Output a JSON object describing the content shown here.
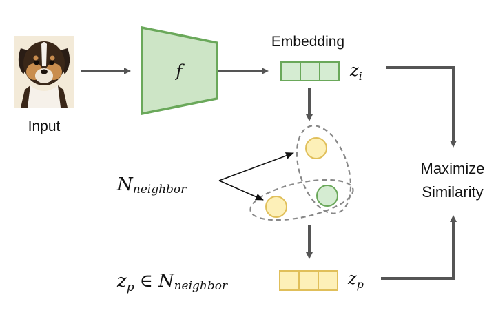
{
  "labels": {
    "input": "Input",
    "embedding": "Embedding",
    "encoder": "f",
    "zi_base": "z",
    "zi_sub": "i",
    "neighbor_sym": "N",
    "neighbor_sub": "neighbor",
    "zp_base": "z",
    "zp_sub": "p",
    "element_of": "∈",
    "zp_right_base": "z",
    "zp_right_sub": "p",
    "maximize_line1": "Maximize",
    "maximize_line2": "Similarity"
  },
  "colors": {
    "encoder_fill": "#cde5c6",
    "encoder_stroke": "#6aa85a",
    "embed_fill": "#d5ecd2",
    "embed_stroke": "#6aa85a",
    "neighbor_fill": "#fdf0b8",
    "neighbor_stroke": "#e0bf5a",
    "arrow": "#555555",
    "dashed": "#888888"
  },
  "icons": {
    "input_image": "puppy-photo"
  }
}
